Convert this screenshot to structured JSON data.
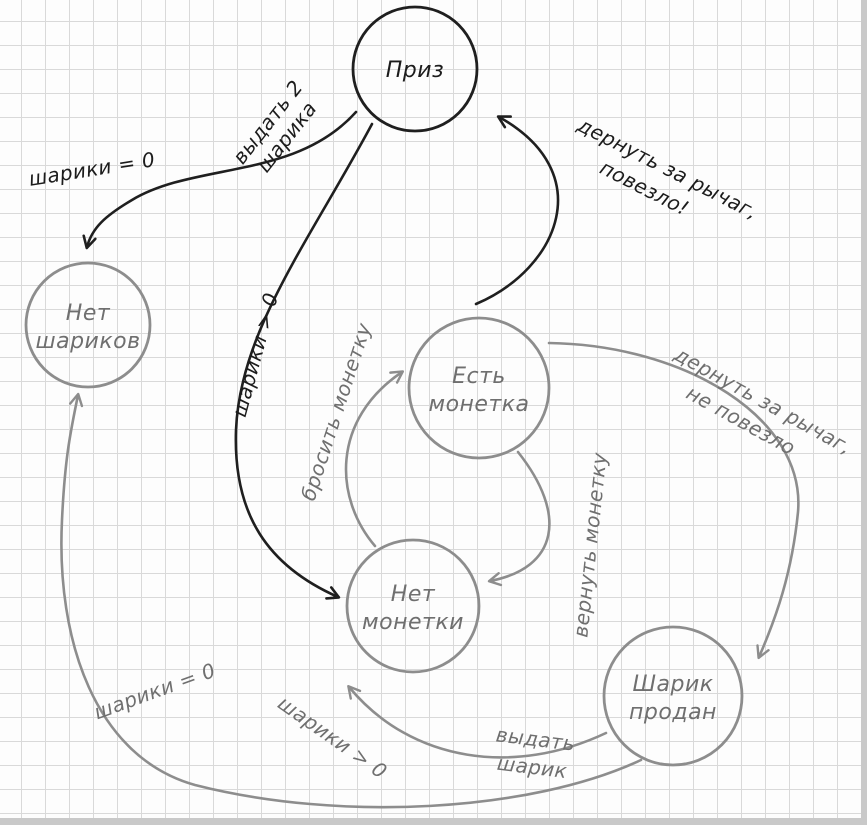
{
  "colors": {
    "ink_black": "#1f1f1f",
    "pencil_gray": "#8d8d8d",
    "paper": "#fdfdfd",
    "grid": "#d9d9d9"
  },
  "states": [
    {
      "id": "prize",
      "lines": [
        "Приз"
      ]
    },
    {
      "id": "no-balls",
      "lines": [
        "Нет",
        "шариков"
      ]
    },
    {
      "id": "has-coin",
      "lines": [
        "Есть",
        "монетка"
      ]
    },
    {
      "id": "no-coin",
      "lines": [
        "Нет",
        "монетки"
      ]
    },
    {
      "id": "ball-sold",
      "lines": [
        "Шарик",
        "продан"
      ]
    }
  ],
  "transitions": [
    {
      "from": "Приз",
      "to": "Нет шариков",
      "lines": [
        "шарики = 0"
      ]
    },
    {
      "from": "Приз",
      "to": "Нет монетки",
      "lines": [
        "выдать 2",
        "шарика"
      ],
      "guard_lines": [
        "шарики > 0"
      ]
    },
    {
      "from": "Есть монетка",
      "to": "Приз",
      "lines": [
        "дернуть за рычаг,",
        "повезло!"
      ]
    },
    {
      "from": "Нет монетки",
      "to": "Есть монетка",
      "lines": [
        "бросить монетку"
      ]
    },
    {
      "from": "Есть монетка",
      "to": "Нет монетки",
      "lines": [
        "вернуть монетку"
      ]
    },
    {
      "from": "Есть монетка",
      "to": "Шарик продан",
      "lines": [
        "дернуть за рычаг,",
        "не повезло"
      ]
    },
    {
      "from": "Шарик продан",
      "to": "Нет монетки",
      "lines": [
        "выдать",
        "шарик"
      ],
      "guard_lines": [
        "шарики > 0"
      ]
    },
    {
      "from": "Шарик продан",
      "to": "Нет шариков",
      "lines": [
        "шарики = 0"
      ]
    }
  ]
}
